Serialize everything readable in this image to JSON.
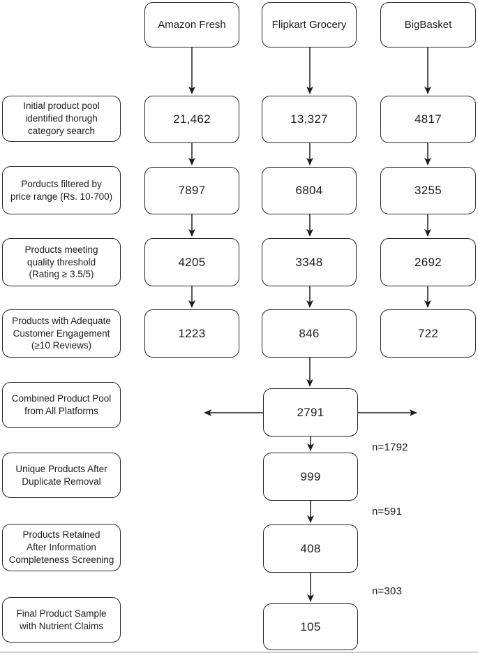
{
  "figure": {
    "platforms": [
      {
        "title": "Amazon Fresh",
        "values": [
          "21,462",
          "7897",
          "4205",
          "1223"
        ]
      },
      {
        "title": "Flipkart Grocery",
        "values": [
          "13,327",
          "6804",
          "3348",
          "846"
        ]
      },
      {
        "title": "BigBasket",
        "values": [
          "4817",
          "3255",
          "2692",
          "722"
        ]
      }
    ],
    "stages": [
      "Initial product pool\nidentified thorugh\ncategory search",
      "Porducts filtered by\nprice range (Rs. 10-700)",
      "Products meeting\nquality threshold\n(Rating ≥ 3.5/5)",
      "Products with Adequate\nCustomer Engagement\n(≥10 Reviews)",
      "Combined Product Pool\nfrom All Platforms",
      "Unique Products After\nDuplicate Removal",
      "Products Retained\nAfter Information\nCompleteness Screening",
      "Final Product Sample\nwith Nutrient Claims"
    ],
    "funnel": [
      {
        "value": "2791"
      },
      {
        "value": "999",
        "removed": "n=1792"
      },
      {
        "value": "408",
        "removed": "n=591"
      },
      {
        "value": "105",
        "removed": "n=303"
      }
    ],
    "colors": {
      "line": "#1d1d1d",
      "box_border": "#272727",
      "background": "#ffffff"
    }
  }
}
